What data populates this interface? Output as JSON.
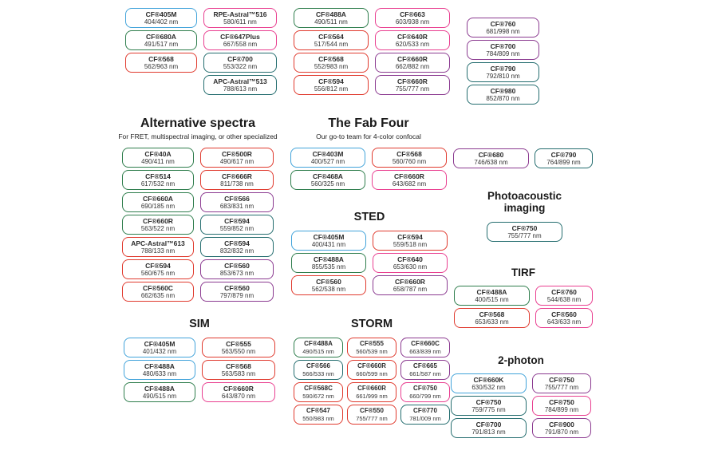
{
  "colors": {
    "blue": "#41a3da",
    "green": "#2e7d4c",
    "teal": "#246d6f",
    "red": "#e03a2e",
    "pink": "#e93f90",
    "purple": "#8b3a90",
    "text": "#2b2b2b",
    "background": "#ffffff"
  },
  "groups": [
    {
      "id": "top1",
      "boxes": [
        {
          "label": "CF®405M",
          "nm": "404/402 nm",
          "color": "blue"
        },
        {
          "label": "CF®680A",
          "nm": "491/517 nm",
          "color": "green"
        },
        {
          "label": "CF®568",
          "nm": "562/963 nm",
          "color": "red"
        }
      ]
    },
    {
      "id": "top2",
      "boxes": [
        {
          "label": "RPE-Astral™516",
          "nm": "580/611 nm",
          "color": "pink"
        },
        {
          "label": "CF®647Plus",
          "nm": "667/558 nm",
          "color": "pink"
        },
        {
          "label": "CF®700",
          "nm": "553/322 nm",
          "color": "teal"
        },
        {
          "label": "APC-Astral™513",
          "nm": "788/613 nm",
          "color": "teal"
        }
      ]
    },
    {
      "id": "top3",
      "boxes": [
        {
          "label": "CF®488A",
          "nm": "490/511 nm",
          "color": "green"
        },
        {
          "label": "CF®564",
          "nm": "517/544 nm",
          "color": "red"
        },
        {
          "label": "CF®568",
          "nm": "552/983 nm",
          "color": "red"
        },
        {
          "label": "CF®594",
          "nm": "556/812 nm",
          "color": "red"
        }
      ]
    },
    {
      "id": "top4",
      "boxes": [
        {
          "label": "CF®663",
          "nm": "603/938 nm",
          "color": "pink"
        },
        {
          "label": "CF®640R",
          "nm": "620/533 nm",
          "color": "pink"
        },
        {
          "label": "CF®660R",
          "nm": "662/882 nm",
          "color": "purple"
        },
        {
          "label": "CF®660R",
          "nm": "755/777 nm",
          "color": "purple"
        }
      ]
    },
    {
      "id": "top5",
      "boxes": [
        {
          "label": "CF®760",
          "nm": "681/998 nm",
          "color": "purple"
        },
        {
          "label": "CF®700",
          "nm": "784/809 nm",
          "color": "purple"
        },
        {
          "label": "CF®790",
          "nm": "792/810 nm",
          "color": "teal"
        },
        {
          "label": "CF®980",
          "nm": "852/870 nm",
          "color": "teal"
        }
      ]
    },
    {
      "id": "alt",
      "title": "Alternative spectra",
      "subtitle": "For FRET, multispectral imaging, or other specialized",
      "boxes": [
        {
          "label": "CF®40A",
          "nm": "490/411 nm",
          "color": "green"
        },
        {
          "label": "CF®500R",
          "nm": "490/617 nm",
          "color": "red"
        },
        {
          "label": "CF®514",
          "nm": "617/532 nm",
          "color": "green"
        },
        {
          "label": "CF®666R",
          "nm": "811/738 nm",
          "color": "red"
        },
        {
          "label": "CF®660A",
          "nm": "690/185 nm",
          "color": "green"
        },
        {
          "label": "CF®566",
          "nm": "683/831 nm",
          "color": "purple"
        },
        {
          "label": "CF®660R",
          "nm": "563/522 nm",
          "color": "green"
        },
        {
          "label": "CF®594",
          "nm": "559/852 nm",
          "color": "teal"
        },
        {
          "label": "APC-Astral™613",
          "nm": "788/133 nm",
          "color": "red"
        },
        {
          "label": "CF®594",
          "nm": "832/832 nm",
          "color": "teal"
        },
        {
          "label": "CF®594",
          "nm": "560/675 nm",
          "color": "red"
        },
        {
          "label": "CF®560",
          "nm": "853/673 nm",
          "color": "purple"
        },
        {
          "label": "CF®560C",
          "nm": "662/635 nm",
          "color": "red"
        },
        {
          "label": "CF®560",
          "nm": "797/879 nm",
          "color": "purple"
        }
      ]
    },
    {
      "id": "fab",
      "title": "The Fab Four",
      "subtitle": "Our go-to team for 4-color confocal",
      "boxes": [
        {
          "label": "CF®403M",
          "nm": "400/527 nm",
          "color": "blue"
        },
        {
          "label": "CF®568",
          "nm": "560/760 nm",
          "color": "red"
        },
        {
          "label": "CF®468A",
          "nm": "560/325 nm",
          "color": "green"
        },
        {
          "label": "CF®660R",
          "nm": "643/682 nm",
          "color": "pink"
        }
      ]
    },
    {
      "id": "pair",
      "boxes": [
        {
          "label": "CF®680",
          "nm": "746/638 nm",
          "color": "purple"
        },
        {
          "label": "CF®790",
          "nm": "764/899 nm",
          "color": "teal"
        }
      ]
    },
    {
      "id": "photo",
      "title": "Photoacoustic imaging",
      "boxes": [
        {
          "label": "CF®750",
          "nm": "755/777 nm",
          "color": "teal"
        }
      ]
    },
    {
      "id": "sted",
      "title": "STED",
      "boxes": [
        {
          "label": "CF®405M",
          "nm": "400/431 nm",
          "color": "blue"
        },
        {
          "label": "CF®594",
          "nm": "559/518 nm",
          "color": "red"
        },
        {
          "label": "CF®488A",
          "nm": "855/535 nm",
          "color": "green"
        },
        {
          "label": "CF®640",
          "nm": "653/630 nm",
          "color": "pink"
        },
        {
          "label": "CF®560",
          "nm": "562/538 nm",
          "color": "red"
        },
        {
          "label": "CF®660R",
          "nm": "658/787 nm",
          "color": "purple"
        }
      ]
    },
    {
      "id": "tirf",
      "title": "TIRF",
      "boxes": [
        {
          "label": "CF®488A",
          "nm": "400/515 nm",
          "color": "green"
        },
        {
          "label": "CF®760",
          "nm": "544/638 nm",
          "color": "pink"
        },
        {
          "label": "CF®568",
          "nm": "653/633 nm",
          "color": "red"
        },
        {
          "label": "CF®560",
          "nm": "643/633 nm",
          "color": "pink"
        }
      ]
    },
    {
      "id": "sim",
      "title": "SIM",
      "boxes": [
        {
          "label": "CF®405M",
          "nm": "401/432 nm",
          "color": "blue"
        },
        {
          "label": "CF®555",
          "nm": "563/550 nm",
          "color": "red"
        },
        {
          "label": "CF®488A",
          "nm": "480/633 nm",
          "color": "blue"
        },
        {
          "label": "CF®568",
          "nm": "563/583 nm",
          "color": "red"
        },
        {
          "label": "CF®488A",
          "nm": "490/515 nm",
          "color": "green"
        },
        {
          "label": "CF®660R",
          "nm": "643/870 nm",
          "color": "pink"
        }
      ]
    },
    {
      "id": "storm",
      "title": "STORM",
      "boxes": [
        {
          "label": "CF®488A",
          "nm": "490/515 nm",
          "color": "green"
        },
        {
          "label": "CF®555",
          "nm": "560/539 nm",
          "color": "red"
        },
        {
          "label": "CF®660C",
          "nm": "663/839 nm",
          "color": "purple"
        },
        {
          "label": "CF®566",
          "nm": "566/533 nm",
          "color": "teal"
        },
        {
          "label": "CF®660R",
          "nm": "660/599 nm",
          "color": "red"
        },
        {
          "label": "CF®665",
          "nm": "661/587 nm",
          "color": "purple"
        },
        {
          "label": "CF®568C",
          "nm": "590/672 nm",
          "color": "red"
        },
        {
          "label": "CF®660R",
          "nm": "661/999 nm",
          "color": "red"
        },
        {
          "label": "CF®750",
          "nm": "660/799 nm",
          "color": "pink"
        },
        {
          "label": "CF®547",
          "nm": "550/983 nm",
          "color": "red"
        },
        {
          "label": "CF®550",
          "nm": "755/777 nm",
          "color": "red"
        },
        {
          "label": "CF®770",
          "nm": "781/009 nm",
          "color": "teal"
        }
      ]
    },
    {
      "id": "2p",
      "title": "2-photon",
      "boxes": [
        {
          "label": "CF®660K",
          "nm": "630/532 nm",
          "color": "blue"
        },
        {
          "label": "CF®750",
          "nm": "755/777 nm",
          "color": "purple"
        },
        {
          "label": "CF®750",
          "nm": "759/775 nm",
          "color": "teal"
        },
        {
          "label": "CF®750",
          "nm": "784/899 nm",
          "color": "pink"
        },
        {
          "label": "CF®700",
          "nm": "791/813 nm",
          "color": "teal"
        },
        {
          "label": "CF®900",
          "nm": "791/870 nm",
          "color": "purple"
        }
      ]
    }
  ]
}
